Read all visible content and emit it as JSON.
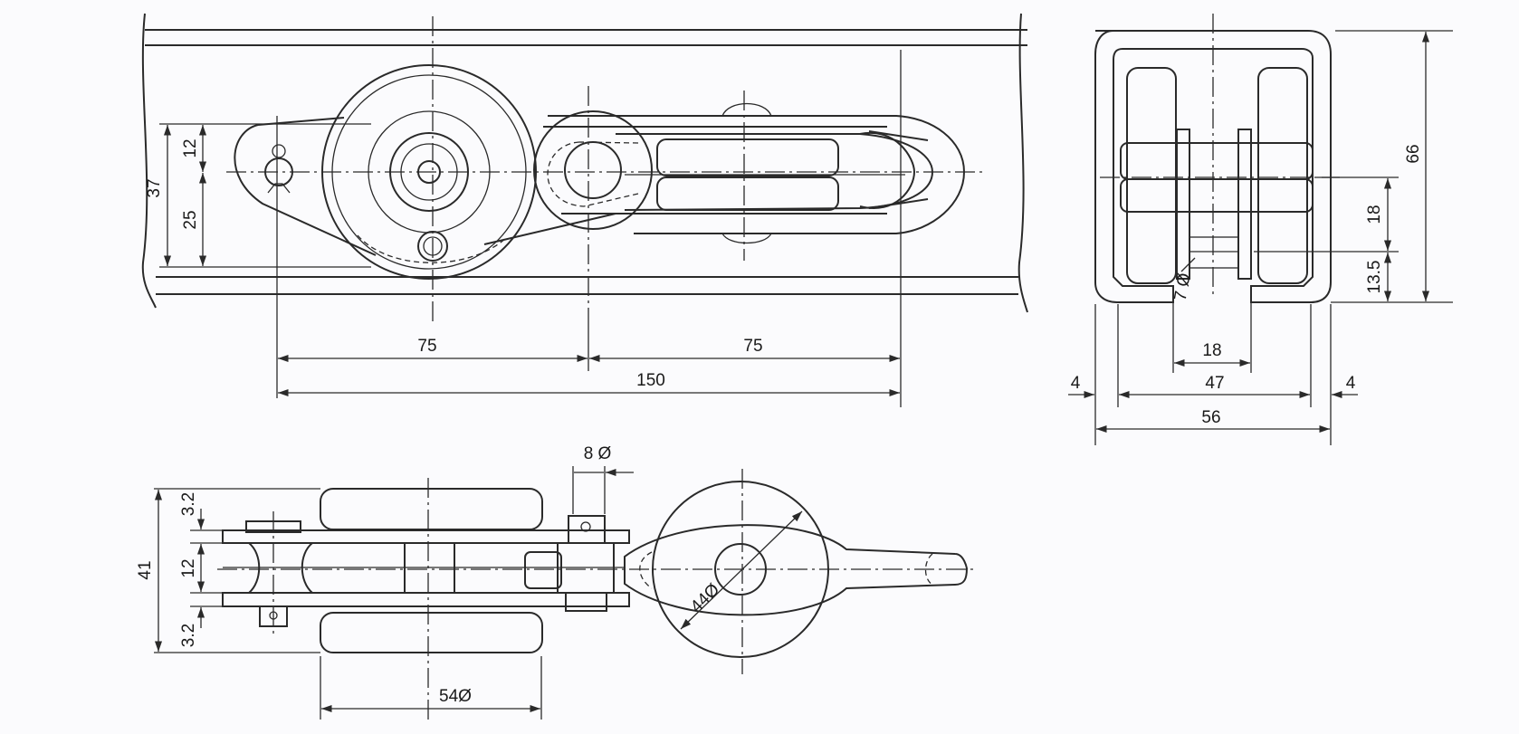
{
  "drawing": {
    "side_view": {
      "horizontal_dims": [
        "75",
        "75",
        "150"
      ],
      "vertical_dims": [
        "37",
        "12",
        "25"
      ]
    },
    "end_view": {
      "vertical_dims": [
        "66",
        "18",
        "13.5"
      ],
      "horizontal_dims": [
        "18",
        "4",
        "47",
        "4",
        "56"
      ],
      "diameter_label": "7 Ø"
    },
    "plan_view": {
      "diameter_labels": [
        "8 Ø",
        "44Ø",
        "54Ø"
      ],
      "vertical_dims": [
        "41",
        "3.2",
        "12",
        "3.2"
      ]
    }
  }
}
